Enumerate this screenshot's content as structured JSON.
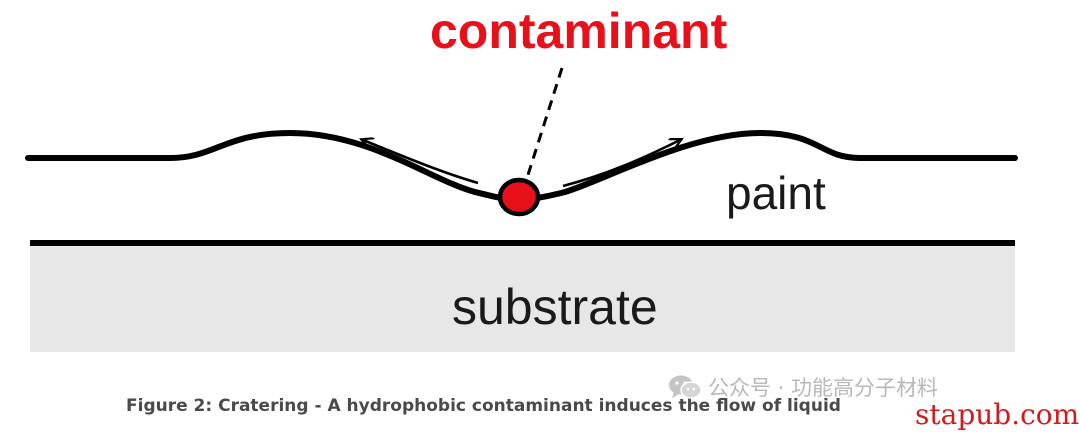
{
  "labels": {
    "contaminant": "contaminant",
    "paint": "paint",
    "substrate": "substrate"
  },
  "caption": "Figure 2: Cratering - A hydrophobic contaminant induces the flow of liquid",
  "watermark": {
    "wechat_text": "公众号 · 功能高分子材料",
    "site": "stapub.com"
  },
  "colors": {
    "contaminant": "#e8101a",
    "substrate_fill": "#e7e7e7",
    "line": "#000000",
    "caption": "#4a4a4a",
    "watermark_site": "#cc1e1e"
  },
  "icons": {
    "wechat": "wechat-icon",
    "flow_arrow": "arrow-icon"
  }
}
